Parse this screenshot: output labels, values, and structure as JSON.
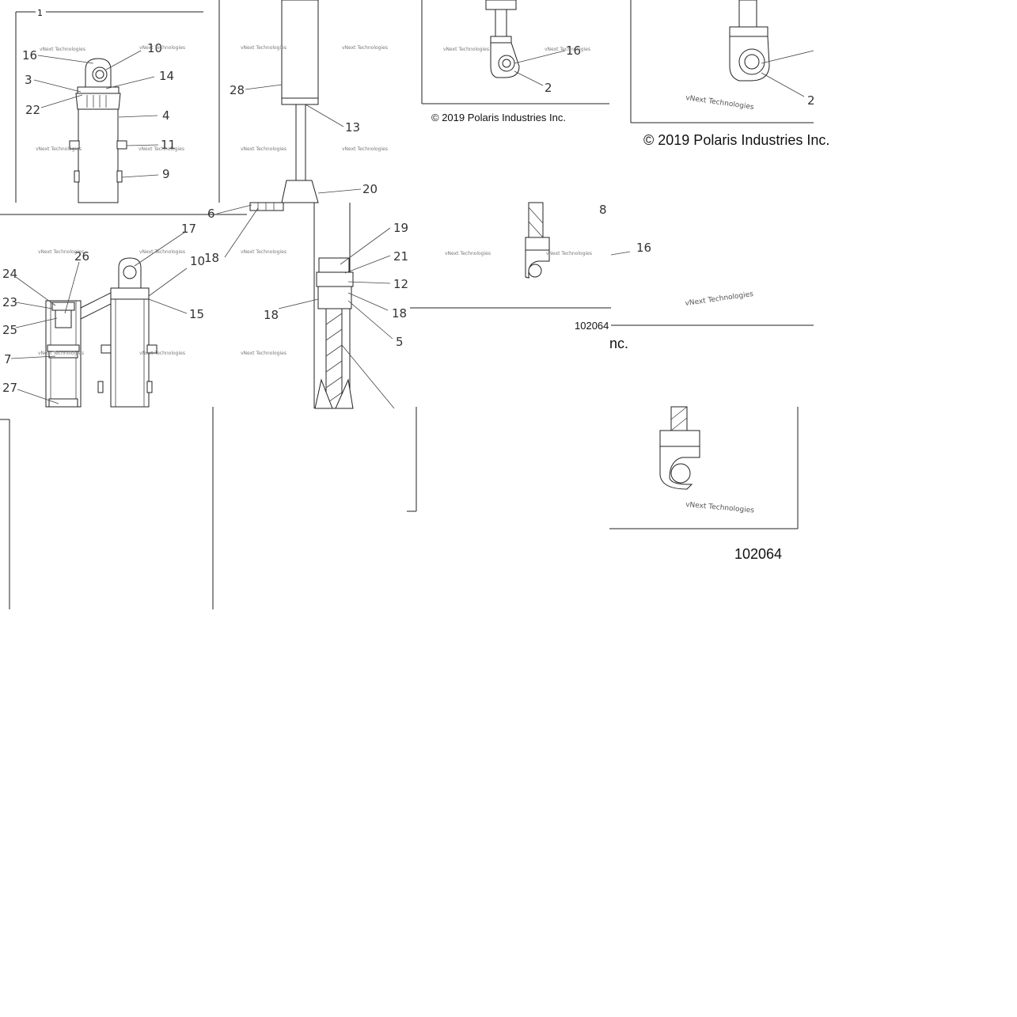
{
  "fragment_one": {
    "index": "1",
    "callouts": [
      "16",
      "10",
      "3",
      "14",
      "22",
      "4",
      "11",
      "9"
    ]
  },
  "fragment_two": {
    "callouts": [
      "28",
      "13",
      "20",
      "6",
      "18",
      "19",
      "21",
      "12",
      "18",
      "18",
      "5"
    ]
  },
  "fragment_three": {
    "callouts": [
      "17",
      "26",
      "24",
      "10",
      "23",
      "15",
      "25",
      "7",
      "27"
    ]
  },
  "fragment_four": {
    "callouts": [
      "16",
      "2"
    ],
    "copyright": "© 2019 Polaris Industries Inc."
  },
  "fragment_five": {
    "callouts": [
      "2"
    ],
    "copyright": "© 2019 Polaris Industries Inc."
  },
  "fragment_six": {
    "callouts": [
      "8",
      "16"
    ],
    "figure_number": "102064",
    "copyright_tail": "nc."
  },
  "fragment_seven": {
    "figure_number": "102064"
  },
  "watermark": {
    "text": "vNext Technologies"
  }
}
